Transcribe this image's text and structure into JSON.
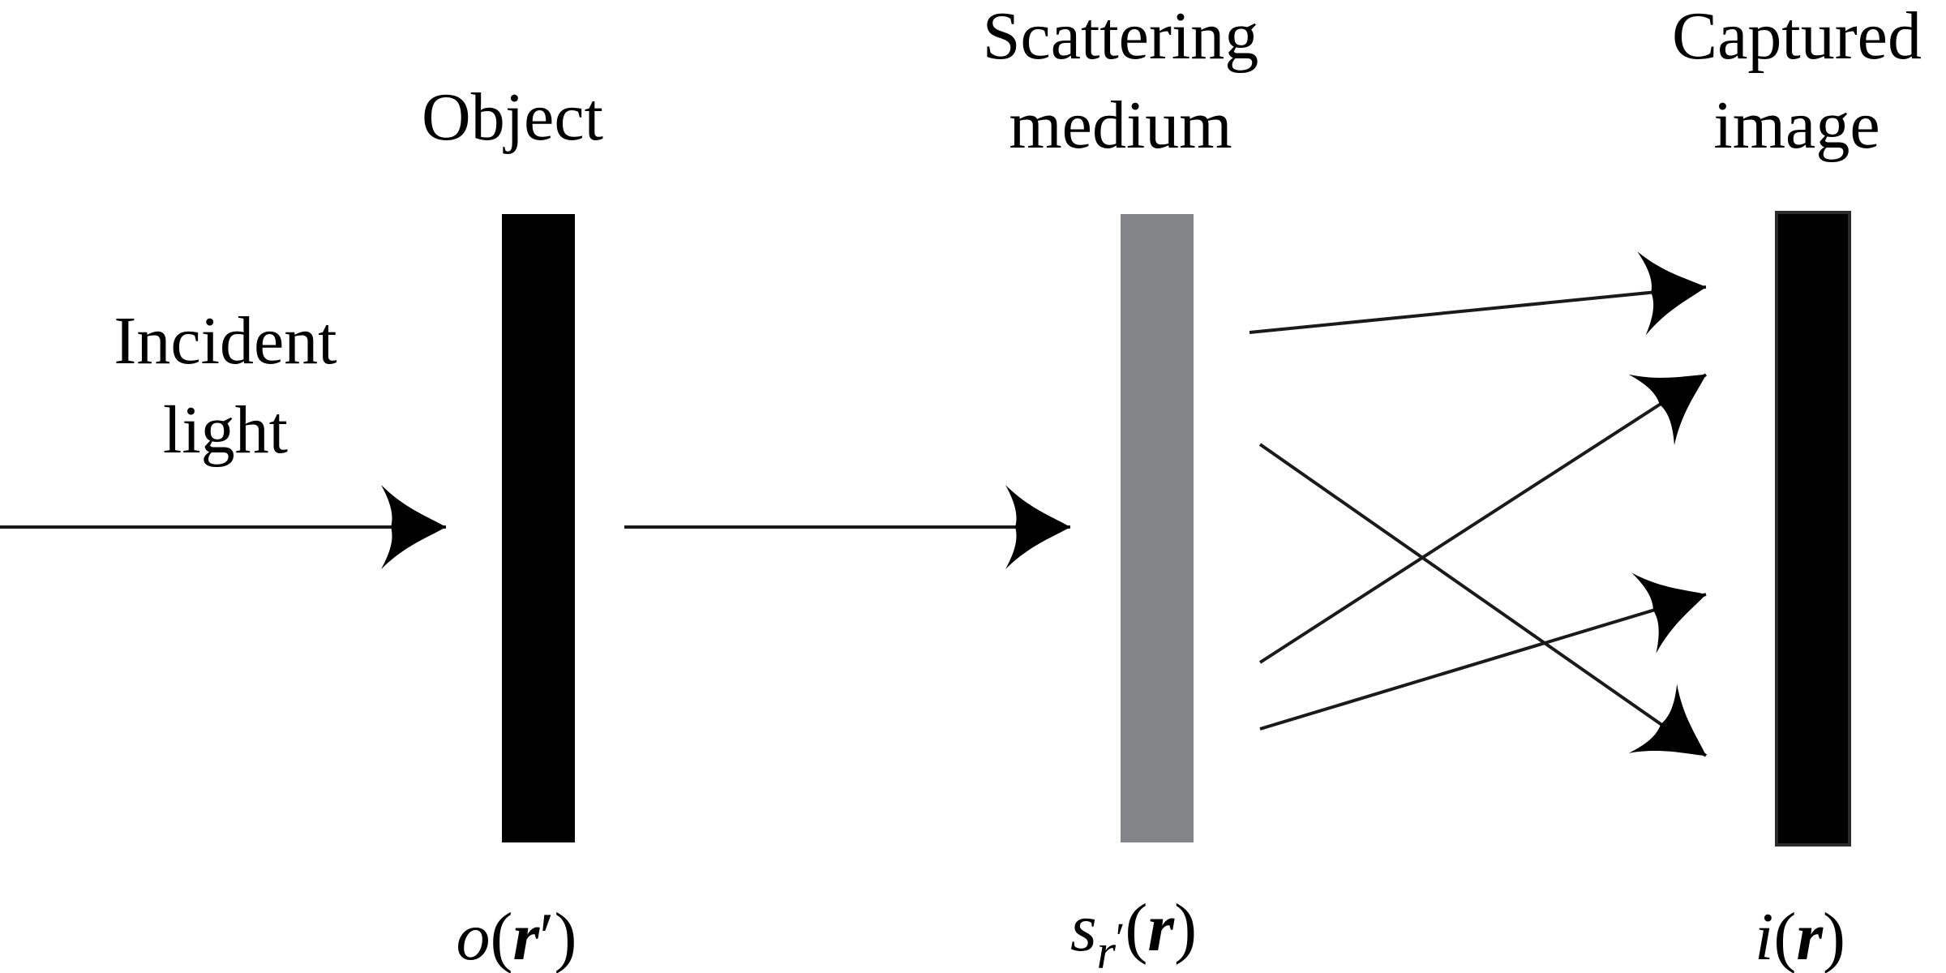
{
  "labels": {
    "incident_light": [
      "Incident",
      "light"
    ],
    "object": "Object",
    "scattering_medium": [
      "Scattering",
      "medium"
    ],
    "captured_image": [
      "Captured",
      "image"
    ]
  },
  "math_labels": {
    "object": {
      "fn": "o",
      "open": "(",
      "var": "r",
      "prime": "′",
      "close": ")"
    },
    "medium": {
      "fn": "s",
      "sub": "r",
      "subprime": "′",
      "open": "(",
      "var": "r",
      "close": ")"
    },
    "image": {
      "fn": "i",
      "open": "(",
      "var": "r",
      "close": ")"
    }
  },
  "colors": {
    "object": "#000000",
    "medium": "#848589",
    "sensor": "#000000",
    "sensor_border": "#2b2b2b",
    "ray": "#1a1a1a"
  }
}
